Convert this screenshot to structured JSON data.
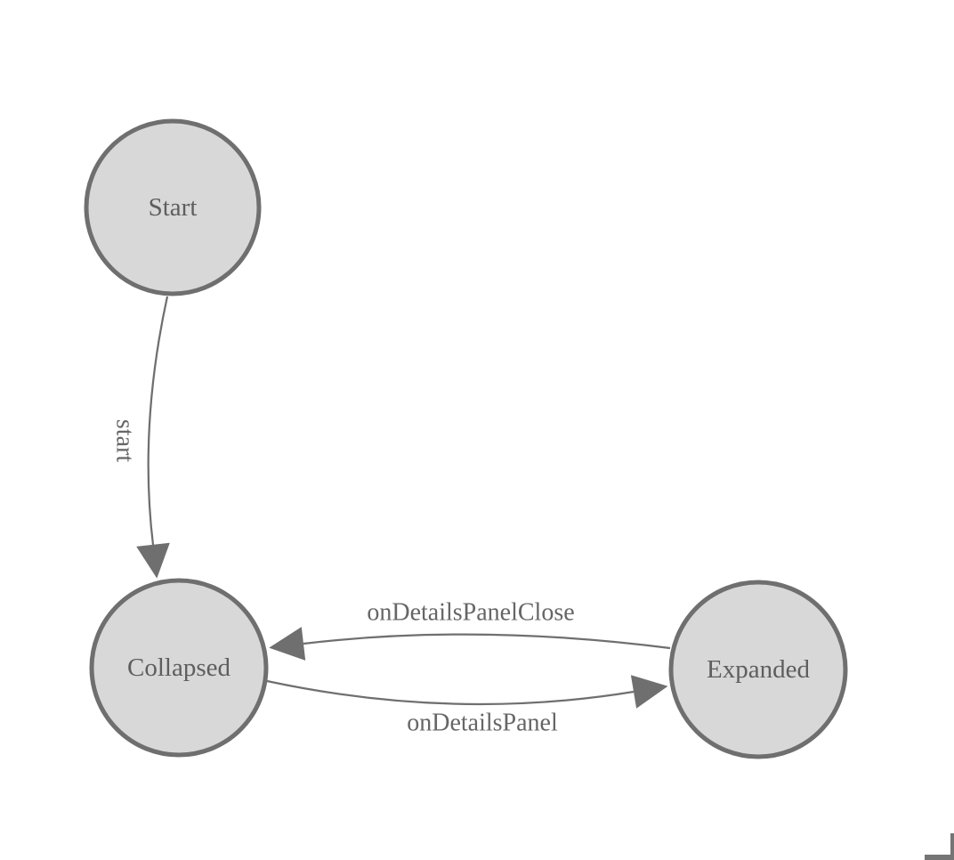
{
  "diagram": {
    "type": "state-machine",
    "colors": {
      "background": "#ffffff",
      "node_fill": "#d8d8d8",
      "node_stroke": "#6f6f6f",
      "node_label": "#5e5e5e",
      "edge_stroke": "#6f6f6f",
      "edge_label": "#666666",
      "corner_mark": "#757575"
    },
    "nodes": [
      {
        "id": "start",
        "label": "Start"
      },
      {
        "id": "collapsed",
        "label": "Collapsed"
      },
      {
        "id": "expanded",
        "label": "Expanded"
      }
    ],
    "edges": [
      {
        "from": "Start",
        "to": "Collapsed",
        "label": "start"
      },
      {
        "from": "Expanded",
        "to": "Collapsed",
        "label": "onDetailsPanelClose"
      },
      {
        "from": "Collapsed",
        "to": "Expanded",
        "label": "onDetailsPanel"
      }
    ]
  }
}
